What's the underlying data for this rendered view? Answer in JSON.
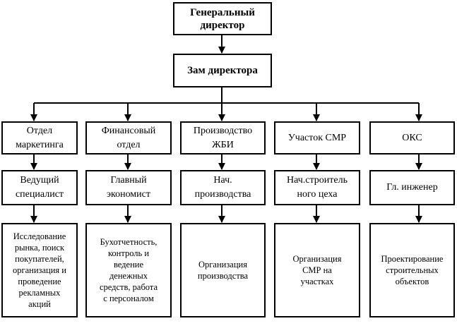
{
  "colors": {
    "line": "#000000",
    "box_fill": "#ffffff",
    "text": "#000000"
  },
  "director": "Генеральный\nдиректор",
  "deputy": "Зам директора",
  "columns": [
    {
      "unit": "Отдел\nмаркетинга",
      "role": "Ведущий\nспециалист",
      "task": "Исследование\nрынка, поиск\nпокупателей,\nорганизация и\nпроведение\nрекламных\nакций"
    },
    {
      "unit": "Финансовый\nотдел",
      "role": "Главный\nэкономист",
      "task": "Бухотчетность,\nконтроль и\nведение\nденежных\nсредств,  работа\nс персоналом"
    },
    {
      "unit": "Производство\nЖБИ",
      "role": "Нач.\nпроизводства",
      "task": "Организация\nпроизводства"
    },
    {
      "unit": "Участок СМР",
      "role": "Нач.строитель\nного цеха",
      "task": "Организация\nСМР на\nучастках"
    },
    {
      "unit": "ОКС",
      "role": "Гл. инженер",
      "task": "Проектирование\nстроительных\nобъектов"
    }
  ]
}
